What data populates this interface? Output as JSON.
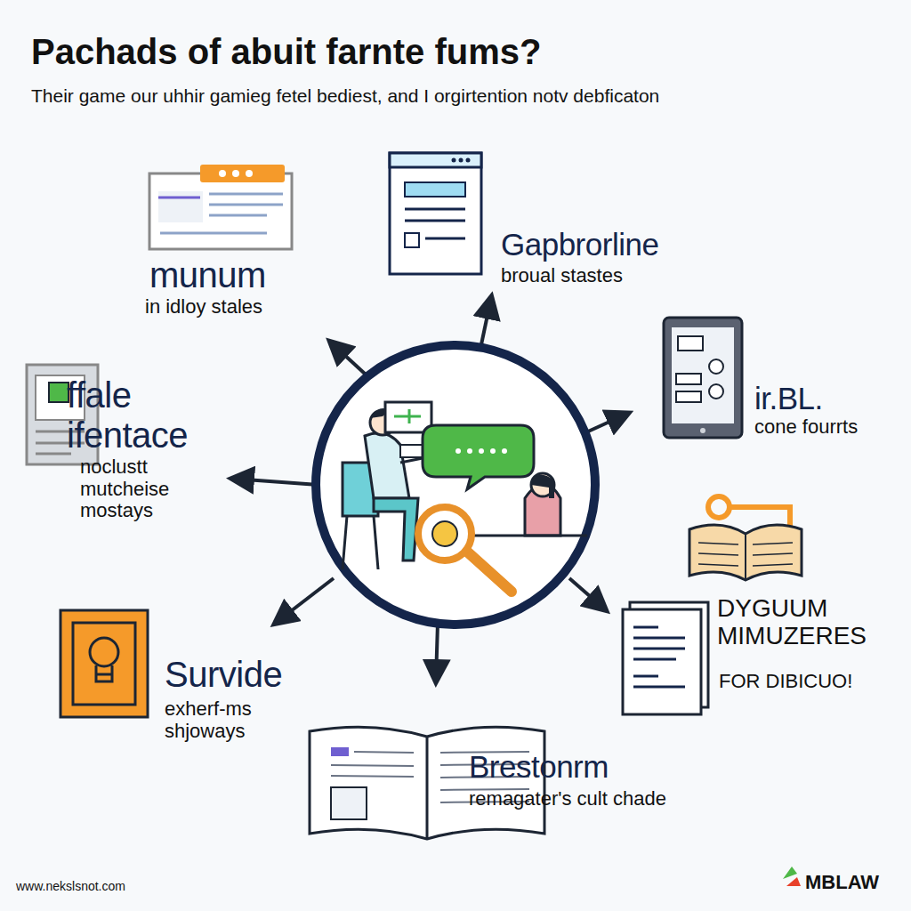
{
  "diagram": {
    "title": "Pachads of abuit farnte fums?",
    "labels": [
      "Their game our uhhir gamieg fetel bediest, and I orgirtention notv debficaton",
      "munum",
      "in idloy stales",
      "Gapbrorline",
      "broual stastes",
      "ir.BL.",
      "cone fourrts",
      "ffale ifentace",
      "noclustt mutcheise mostays",
      "DYGUUM MIMUZERES",
      "FOR DIBICUO!",
      "Survide",
      "exherf-ms shjoways",
      "Brestonrm",
      "remagater's cult chade",
      "www.nekslsnot.com",
      "MBLAW"
    ]
  }
}
